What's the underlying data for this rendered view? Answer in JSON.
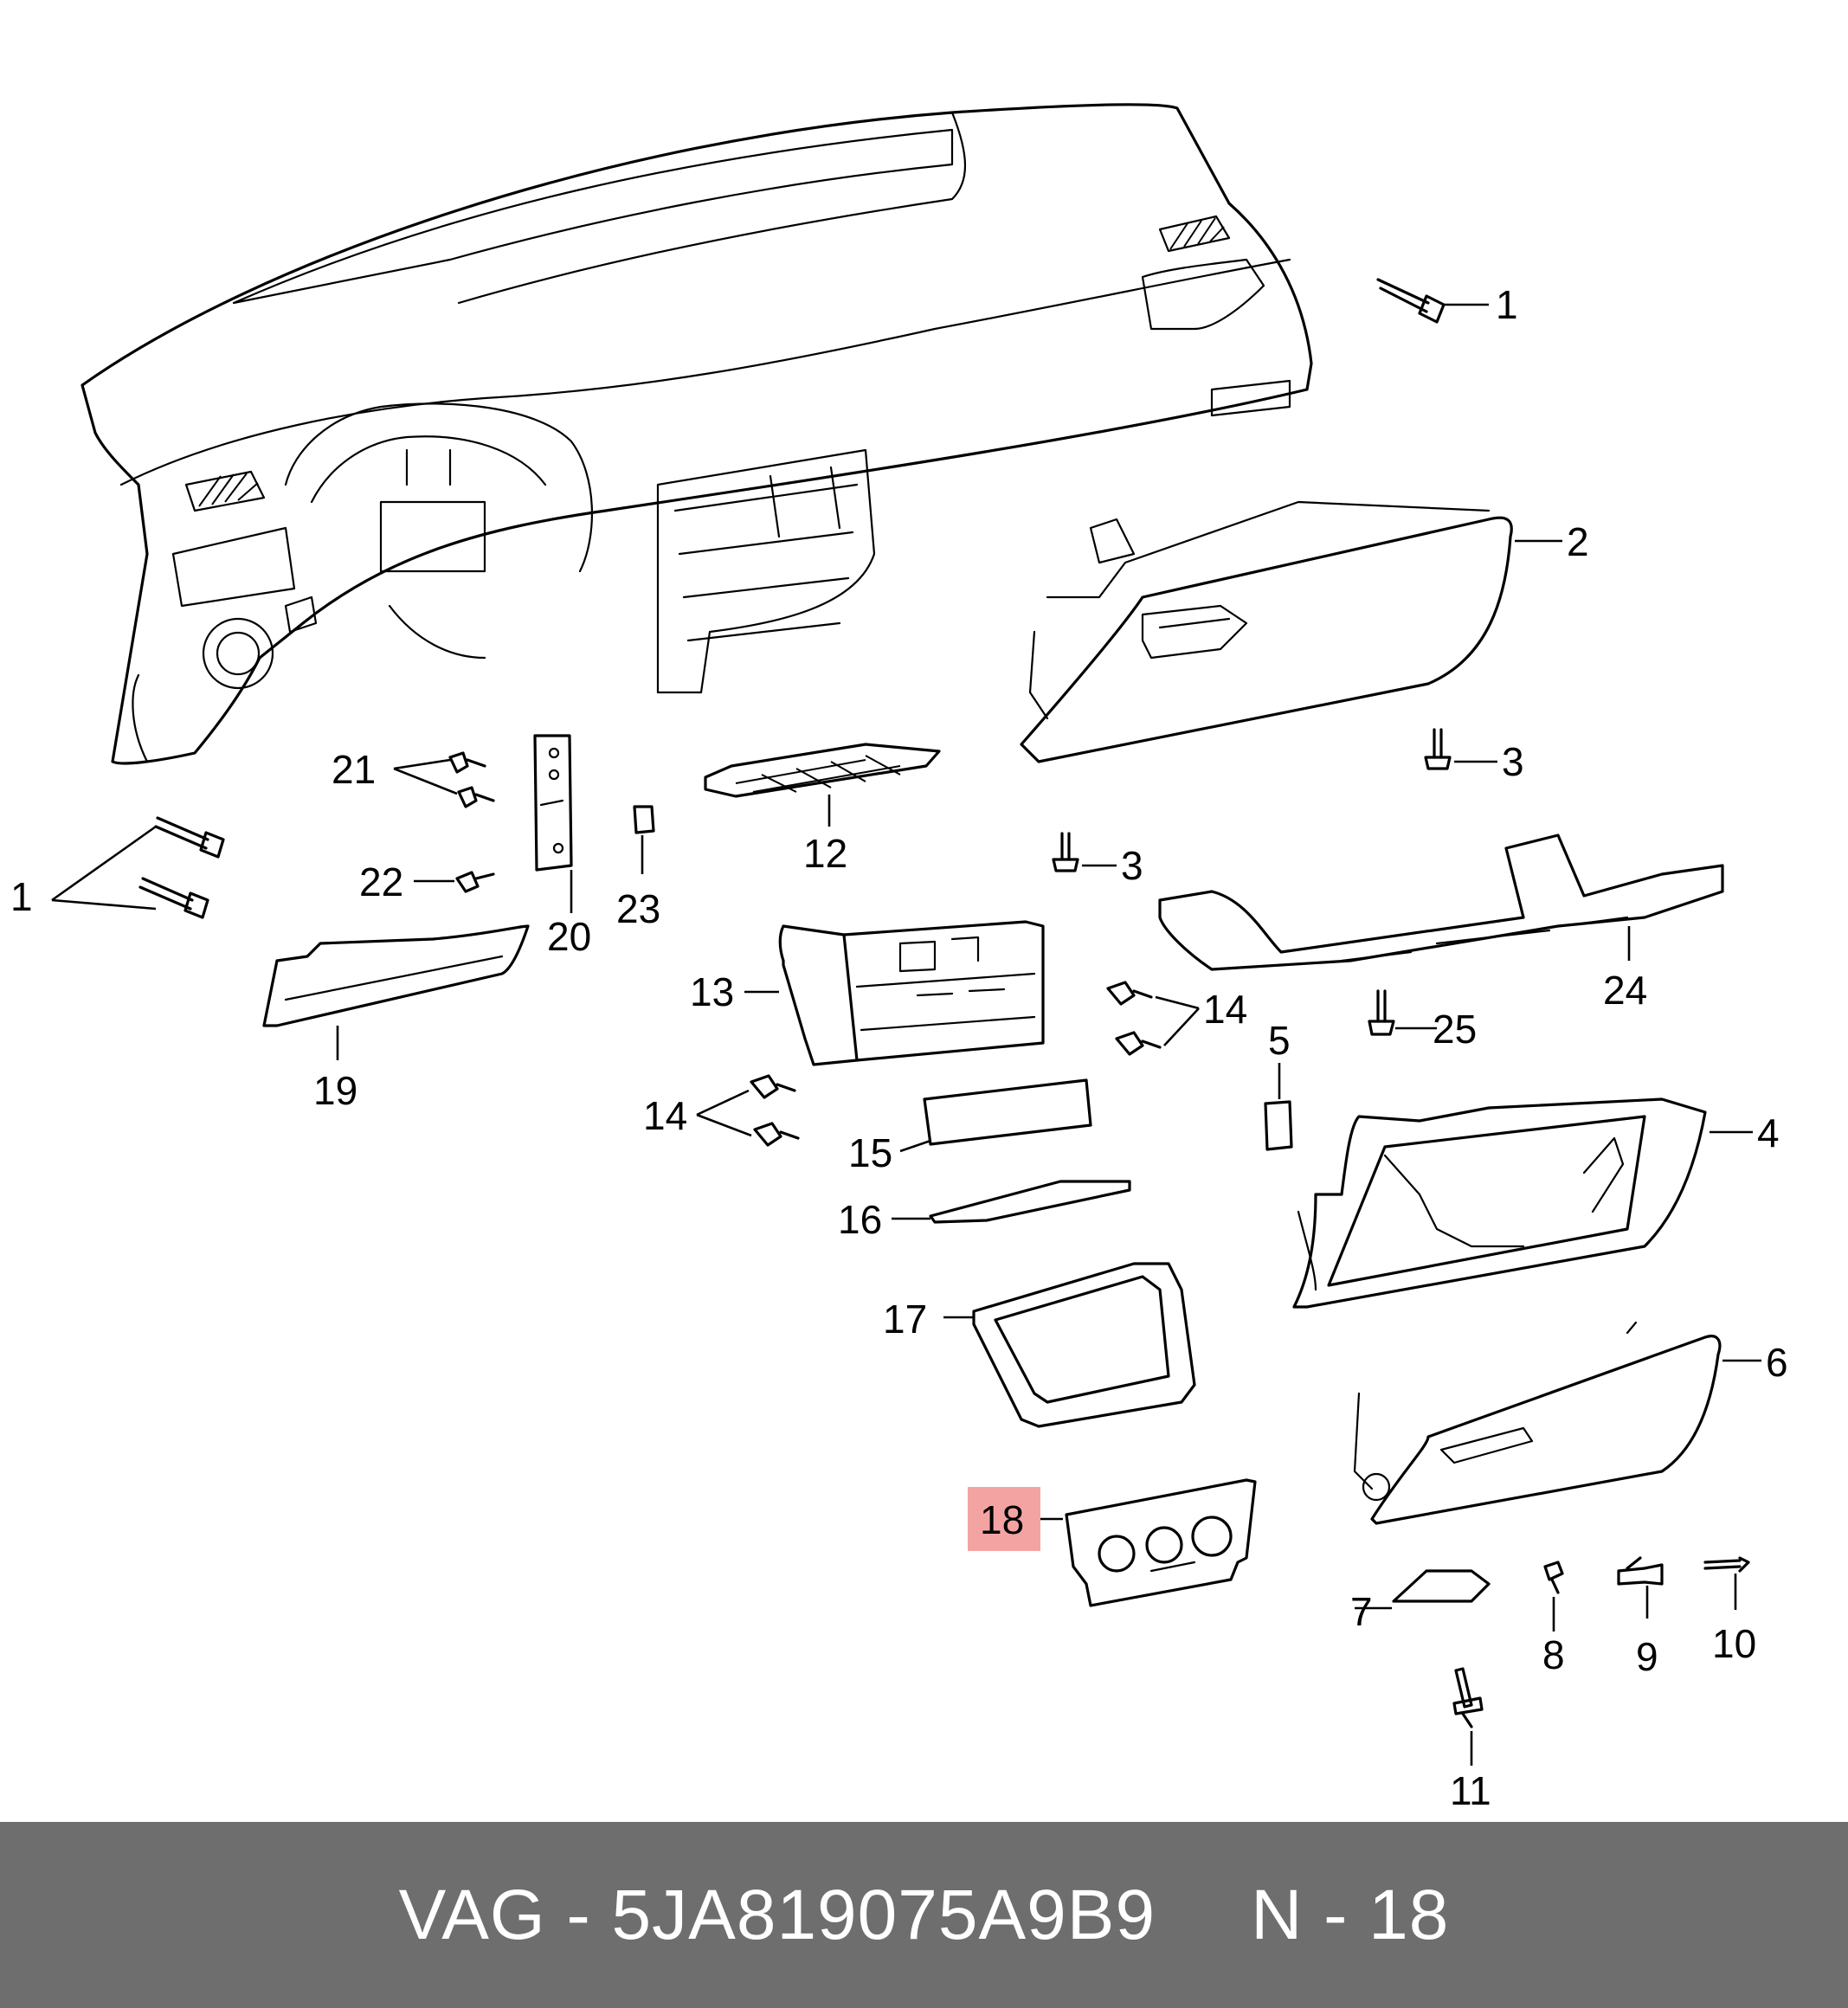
{
  "callouts": {
    "c1a": "1",
    "c1b": "1",
    "c2": "2",
    "c3a": "3",
    "c3b": "3",
    "c4": "4",
    "c5": "5",
    "c6": "6",
    "c7": "7",
    "c8": "8",
    "c9": "9",
    "c10": "10",
    "c11": "11",
    "c12": "12",
    "c13": "13",
    "c14a": "14",
    "c14b": "14",
    "c15": "15",
    "c16": "16",
    "c17": "17",
    "c18": "18",
    "c19": "19",
    "c20": "20",
    "c21": "21",
    "c22": "22",
    "c23": "23",
    "c24": "24",
    "c25": "25"
  },
  "highlight": {
    "callout": "18",
    "color": "#f4a3a3"
  },
  "footer": {
    "brand_part": "VAG - 5JA819075A9B9",
    "position": "N - 18",
    "background": "#6e6e6e",
    "text_color": "#ffffff"
  }
}
